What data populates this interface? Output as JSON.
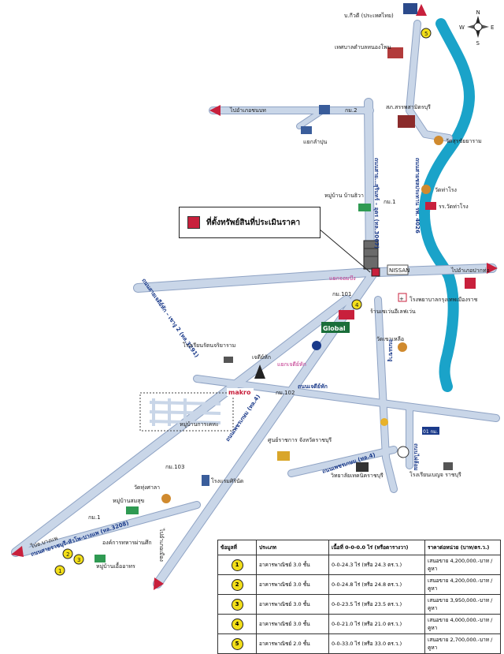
{
  "compass": {
    "n": "N",
    "e": "E",
    "s": "S",
    "w": "W"
  },
  "legend": {
    "text": "ที่ตั้งทรัพย์สินที่ประเมินราคา",
    "color": "#c8203c"
  },
  "colors": {
    "river": "#1aa3c9",
    "road": "#c9d6e8",
    "road_edge": "#8fa3c4",
    "marker": "#f3df19",
    "arrow": "#c8203c"
  },
  "places": {
    "top_right": "บ.กีวดี (ประเทศไทย)",
    "municipality": "เทศบาลตำบลหนองโพน",
    "to_left": "ไปอำเภอชนบท",
    "km2": "กม.2",
    "police": "สภ.สรรพสามิตรบุรี",
    "temple1": "วัดสุรชัยยาราม",
    "watlumpun": "แยกลำปุน",
    "village_top": "หมู่บ้าน บ้านธิวา",
    "km1": "กม.1",
    "temple2": "วัดท่าโรง",
    "school1": "รร.วัดท่าโรง",
    "road_north": "ถนนสาย…สุรินทร์ – อุดร (ทล.3067)",
    "road_river": "ถนนสายชลประทาน รพ. 4026",
    "junction": "แยกจอมบึง",
    "nissan": "NISSAN",
    "km101": "กม.101",
    "to_right": "ไปอำเภอปากท่อ",
    "hospital": "โรงพยาบาลกรุงเทพเมืองราช",
    "seven": "ร้านเซเว่นอีเลฟเว่น",
    "global": "Global",
    "road_diag_left": "ถนนสายเจดีย์หัก – เขางู 2 (ทล.3291)",
    "school2": "โรงเรียนรัตนจริยาราม",
    "pagoda": "เจดีย์หัก",
    "junction2": "แยกเจดีย์หัก",
    "road_horizontal": "ถนนเจดีย์หัก",
    "temple3": "วัดเขาเหลือ",
    "road_vertical": "ถนนเขางู",
    "makro": "makro",
    "km102": "กม.102",
    "village_pinkoa": "หมู่บ้านการเคหะ",
    "road_petchkasem": "ถนนเพชรเกษม (ทล.4)",
    "center_office": "ศูนย์ราชการ จังหวัดราชบุรี",
    "km103": "กม.103",
    "hotel": "โรงแรมศิรินัด",
    "college": "วิทยาลัยเทคนิคราชบุรี",
    "road_petch2": "ถนนเพชรเกษม (ทล.4)",
    "road_v2": "ถนนไผ่ล้อม",
    "school3": "โรงเรียนเบญจ ราชบุรี",
    "temple4": "วัดทุ่งศาลา",
    "village_left": "หมู่บ้านสมสุข",
    "km1b": "กม.1",
    "org": "องค์การทหารผ่านศึก",
    "village_left2": "หมู่บ้านเอื้ออาทร",
    "to_bottom_left": "ไปอ.บางแพ",
    "road_bottom_left": "ถนนสายราชบุรี-หัวโพ-บางแพ (ทล.3208)",
    "to_bottom": "ไปอำเภอเมือง",
    "shop_r": "01 กม."
  },
  "markers": [
    "1",
    "2",
    "3",
    "4",
    "5"
  ],
  "table": {
    "headers": [
      "ข้อมูลที่",
      "ประเภท",
      "เนื้อที่ 0-0-0.0 ไร่ (หรือตารางวา)",
      "ราคาต่อหน่วย (บาท/ตร.ว.)"
    ],
    "rows": [
      {
        "no": "1",
        "type": "อาคารพาณิชย์ 3.0 ชั้น",
        "area": "0-0-24.3 ไร่ (หรือ 24.3 ตร.ว.)",
        "price": "เสนอขาย 4,200,000.-บาท / คูหา"
      },
      {
        "no": "2",
        "type": "อาคารพาณิชย์ 3.0 ชั้น",
        "area": "0-0-24.8 ไร่ (หรือ 24.8 ตร.ว.)",
        "price": "เสนอขาย 4,200,000.-บาท / คูหา"
      },
      {
        "no": "3",
        "type": "อาคารพาณิชย์ 3.0 ชั้น",
        "area": "0-0-23.5 ไร่ (หรือ 23.5 ตร.ว.)",
        "price": "เสนอขาย 3,950,000.-บาท / คูหา"
      },
      {
        "no": "4",
        "type": "อาคารพาณิชย์ 3.0 ชั้น",
        "area": "0-0-21.0 ไร่ (หรือ 21.0 ตร.ว.)",
        "price": "เสนอขาย 4,000,000.-บาท / คูหา"
      },
      {
        "no": "5",
        "type": "อาคารพาณิชย์ 2.0 ชั้น",
        "area": "0-0-33.0 ไร่ (หรือ 33.0 ตร.ว.)",
        "price": "เสนอขาย 2,700,000.-บาท / คูหา"
      }
    ]
  }
}
